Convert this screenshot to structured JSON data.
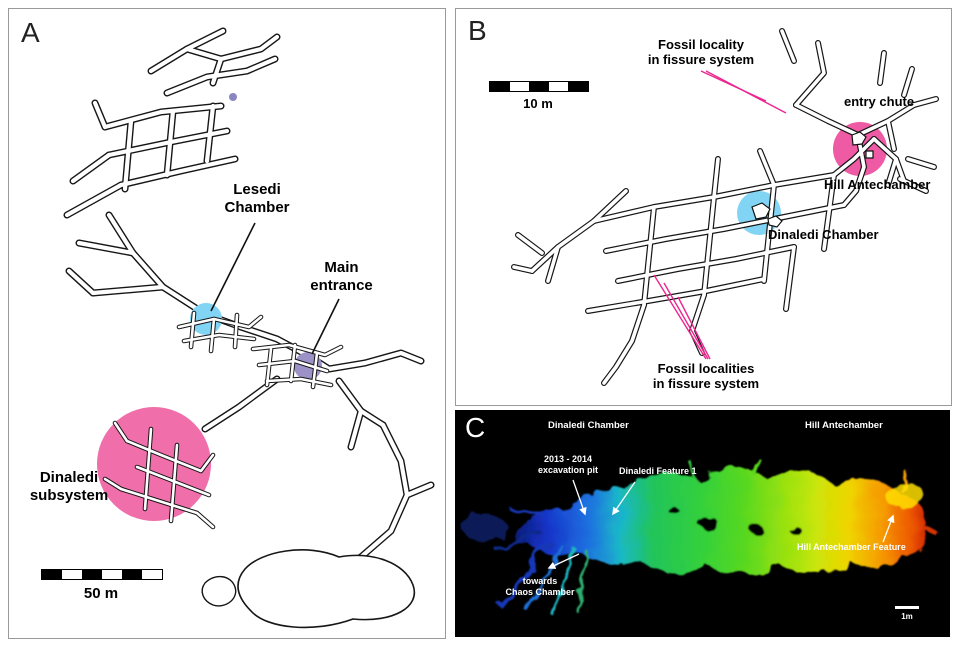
{
  "colors": {
    "dinaledi_pink": "#f06fab",
    "entry_pink": "#ee5aa4",
    "chamber_blue": "#82d4f4",
    "entrance_purple": "#9d92c8",
    "magenta_line": "#ec268f",
    "top_dot_purple": "#8a86c0"
  },
  "panelA": {
    "letter": "A",
    "labels": {
      "lesedi": "Lesedi\nChamber",
      "main_entrance": "Main\nentrance",
      "dinaledi": "Dinaledi\nsubsystem"
    },
    "scale": "50 m"
  },
  "panelB": {
    "letter": "B",
    "labels": {
      "fossil_top": "Fossil locality\nin fissure system",
      "entry_chute": "entry chute",
      "hill_antechamber": "Hill Antechamber",
      "dinaledi_chamber": "Dinaledi Chamber",
      "fossil_bottom": "Fossil localities\nin fissure system"
    },
    "scale": "10 m"
  },
  "panelC": {
    "letter": "C",
    "labels": {
      "dinaledi_chamber": "Dinaledi Chamber",
      "hill_antechamber": "Hill Antechamber",
      "excavation_pit": "2013 - 2014\nexcavation pit",
      "dinaledi_feature": "Dinaledi Feature 1",
      "hill_feature": "Hill Antechamber Feature",
      "towards_chaos": "towards\nChaos Chamber",
      "scale": "1m"
    }
  }
}
